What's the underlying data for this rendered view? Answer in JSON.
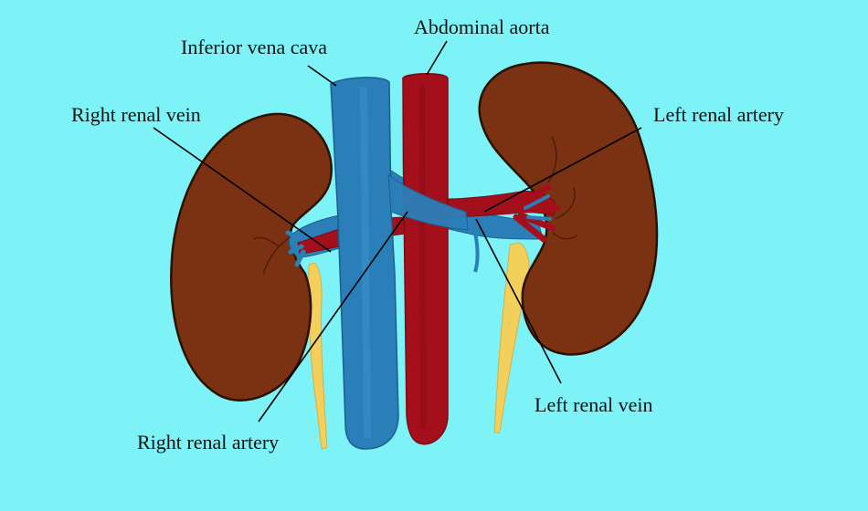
{
  "labels": {
    "abdominal_aorta": "Abdominal aorta",
    "inferior_vena_cava": "Inferior vena cava",
    "right_renal_vein": "Right renal vein",
    "left_renal_artery": "Left renal artery",
    "left_renal_vein": "Left renal vein",
    "right_renal_artery": "Right renal artery"
  },
  "colors": {
    "background": "#7ef3f7",
    "kidney": "#7a3212",
    "kidney_outline": "#2b1106",
    "vein": "#2b7fb8",
    "artery": "#a3101c",
    "ureter": "#f3cf5c",
    "leader_line": "#000000"
  }
}
